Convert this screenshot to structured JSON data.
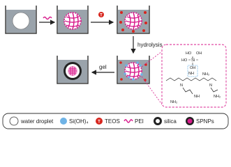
{
  "arrows": {
    "step3_label": "hydrolysis",
    "step4_label": "gel"
  },
  "chemistry": {
    "si": "Si",
    "oh_top_left": "HO",
    "oh_top_right": "OH",
    "oh_left": "HO",
    "oh_bottom": "OH",
    "nh2_a": "NH₂",
    "nh2_b": "NH₂",
    "nh2_c": "NH₂",
    "nh_a": "NH",
    "nh_b": "NH",
    "n_a": "N",
    "n_b": "N"
  },
  "legend": {
    "items": [
      {
        "label": "water droplet",
        "icon": "water-droplet-icon"
      },
      {
        "label": "Si(OH)₄",
        "icon": "sioh4-icon"
      },
      {
        "label": "TEOS",
        "icon": "teos-icon"
      },
      {
        "label": "PEI",
        "icon": "pei-icon"
      },
      {
        "label": "silica",
        "icon": "silica-icon"
      },
      {
        "label": "SPNPs",
        "icon": "spnp-icon"
      }
    ]
  },
  "colors": {
    "beaker_fill": "#9aa3ab",
    "beaker_stroke": "#3a3a3a",
    "pei": "#d81b8c",
    "teos": "#d7261e",
    "sioh4": "#6fb3e6",
    "silica": "#222222",
    "legend_border": "#333333",
    "dashed_box": "#d81b8c"
  }
}
